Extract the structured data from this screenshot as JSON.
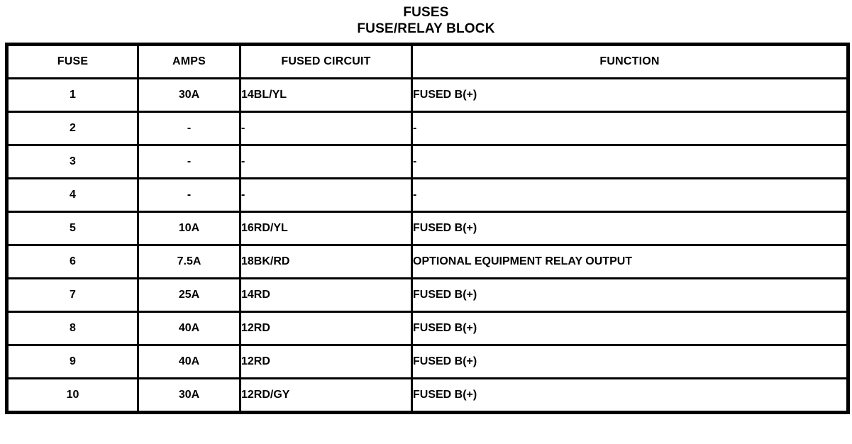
{
  "title": {
    "line1": "FUSES",
    "line2": "FUSE/RELAY BLOCK"
  },
  "table": {
    "columns": [
      {
        "key": "fuse",
        "label": "FUSE"
      },
      {
        "key": "amps",
        "label": "AMPS"
      },
      {
        "key": "circuit",
        "label": "FUSED CIRCUIT"
      },
      {
        "key": "function",
        "label": "FUNCTION"
      }
    ],
    "rows": [
      {
        "fuse": "1",
        "amps": "30A",
        "circuit": "14BL/YL",
        "function": "FUSED B(+)"
      },
      {
        "fuse": "2",
        "amps": "-",
        "circuit": "-",
        "function": "-"
      },
      {
        "fuse": "3",
        "amps": "-",
        "circuit": "-",
        "function": "-"
      },
      {
        "fuse": "4",
        "amps": "-",
        "circuit": "-",
        "function": "-"
      },
      {
        "fuse": "5",
        "amps": "10A",
        "circuit": "16RD/YL",
        "function": "FUSED B(+)"
      },
      {
        "fuse": "6",
        "amps": "7.5A",
        "circuit": "18BK/RD",
        "function": "OPTIONAL EQUIPMENT RELAY OUTPUT"
      },
      {
        "fuse": "7",
        "amps": "25A",
        "circuit": "14RD",
        "function": "FUSED B(+)"
      },
      {
        "fuse": "8",
        "amps": "40A",
        "circuit": "12RD",
        "function": "FUSED B(+)"
      },
      {
        "fuse": "9",
        "amps": "40A",
        "circuit": "12RD",
        "function": "FUSED B(+)"
      },
      {
        "fuse": "10",
        "amps": "30A",
        "circuit": "12RD/GY",
        "function": "FUSED B(+)"
      }
    ]
  },
  "colors": {
    "ink": "#000000",
    "paper": "#ffffff"
  }
}
